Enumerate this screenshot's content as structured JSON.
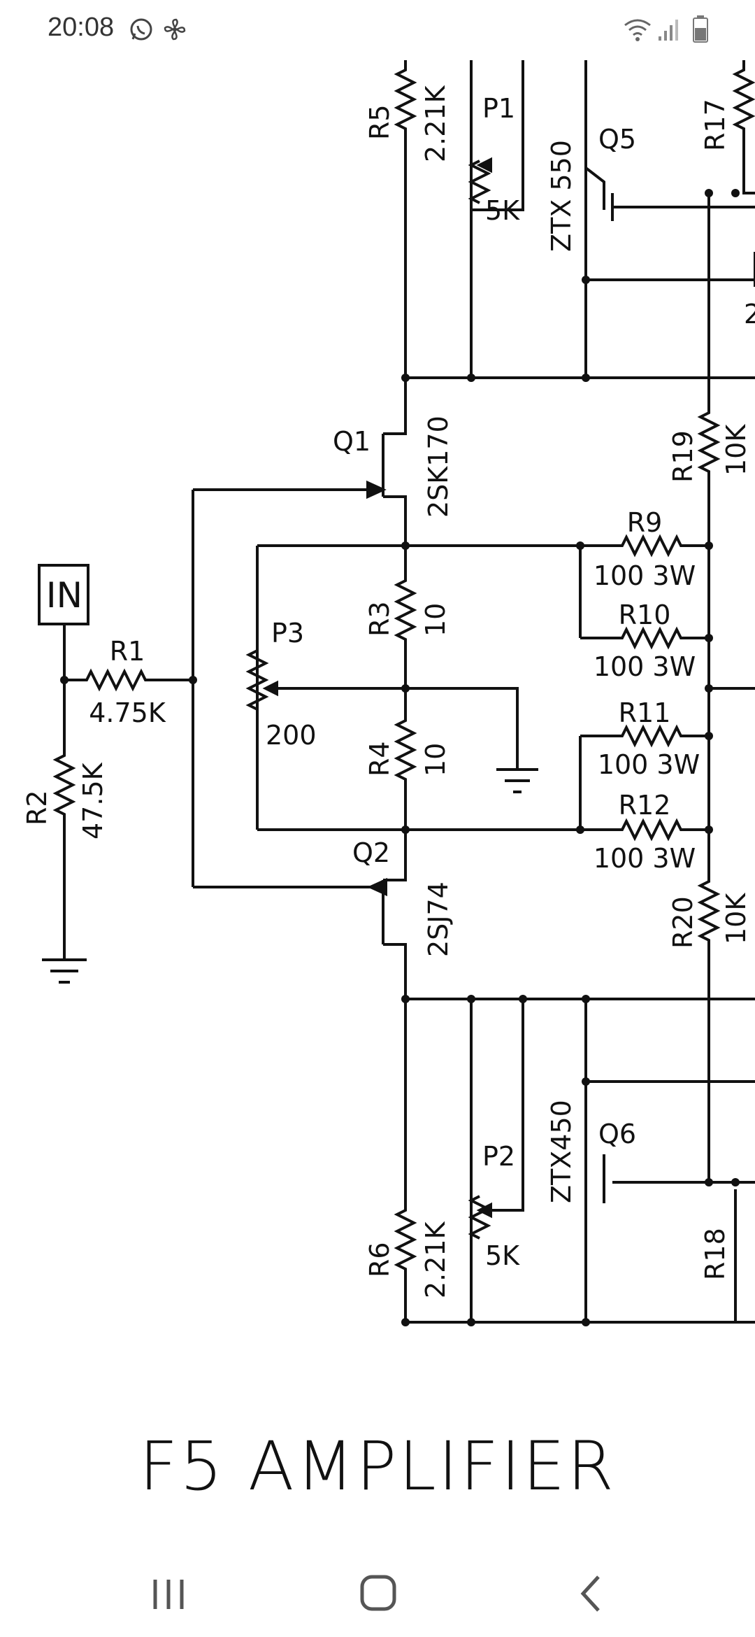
{
  "status_bar": {
    "time": "20:08",
    "icons": [
      "whatsapp-icon",
      "fan-icon",
      "wifi-icon",
      "signal-icon",
      "battery-icon"
    ]
  },
  "schematic": {
    "input_label": "IN",
    "components": {
      "R1": {
        "ref": "R1",
        "value": "4.75K"
      },
      "R2": {
        "ref": "R2",
        "value": "47.5K"
      },
      "R3": {
        "ref": "R3",
        "value": "10"
      },
      "R4": {
        "ref": "R4",
        "value": "10"
      },
      "R5": {
        "ref": "R5",
        "value": "2.21K"
      },
      "R6": {
        "ref": "R6",
        "value": "2.21K"
      },
      "R9": {
        "ref": "R9",
        "value": "100 3W"
      },
      "R10": {
        "ref": "R10",
        "value": "100 3W"
      },
      "R11": {
        "ref": "R11",
        "value": "100 3W"
      },
      "R12": {
        "ref": "R12",
        "value": "100 3W"
      },
      "R17": {
        "ref": "R17"
      },
      "R18": {
        "ref": "R18"
      },
      "R19": {
        "ref": "R19",
        "value": "10K"
      },
      "R20": {
        "ref": "R20",
        "value": "10K"
      },
      "P1": {
        "ref": "P1",
        "value": "5K"
      },
      "P2": {
        "ref": "P2",
        "value": "5K"
      },
      "P3": {
        "ref": "P3",
        "value": "200"
      },
      "Q1": {
        "ref": "Q1",
        "part": "2SK170"
      },
      "Q2": {
        "ref": "Q2",
        "part": "2SJ74"
      },
      "Q5": {
        "ref": "Q5",
        "part": "ZTX 550"
      },
      "Q6": {
        "ref": "Q6",
        "part": "ZTX450"
      }
    },
    "edge_fragment": "2"
  },
  "title": "F5 AMPLIFIER",
  "nav_bar": {
    "buttons": [
      "recent-apps-button",
      "home-button",
      "back-button"
    ]
  }
}
